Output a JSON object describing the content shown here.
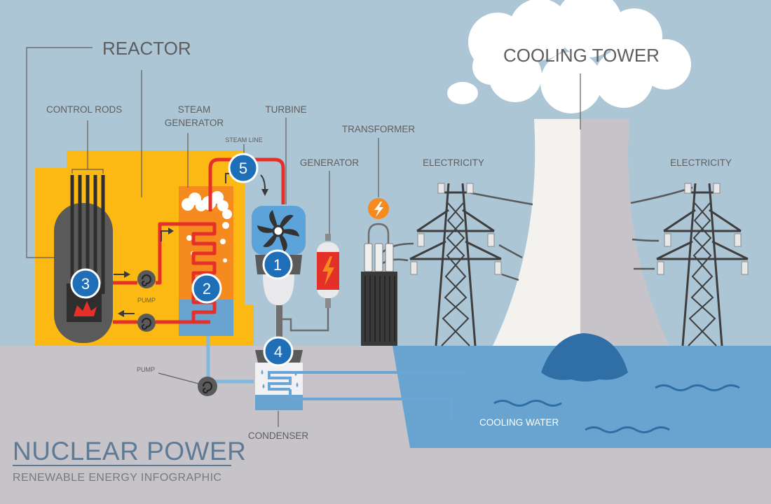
{
  "title": "NUCLEAR POWER",
  "subtitle": "RENEWABLE ENERGY INFOGRAPHIC",
  "labels": {
    "reactor": "REACTOR",
    "control_rods": "CONTROL RODS",
    "steam_generator_1": "STEAM",
    "steam_generator_2": "GENERATOR",
    "steam_line": "STEAM LINE",
    "turbine": "TURBINE",
    "generator": "GENERATOR",
    "transformer": "TRANSFORMER",
    "electricity_left": "ELECTRICITY",
    "electricity_right": "ELECTRICITY",
    "cooling_tower": "COOLING TOWER",
    "pump_upper": "PUMP",
    "pump_lower": "PUMP",
    "condenser": "CONDENSER",
    "cooling_water": "COOLING WATER"
  },
  "markers": [
    "1",
    "2",
    "3",
    "4",
    "5"
  ],
  "colors": {
    "sky": "#ADC6D6",
    "ground": "#C6C4C9",
    "water": "#69A4D1",
    "reactor_yellow": "#FDB913",
    "steam_orange": "#F58A1F",
    "pipe_red": "#E5302A",
    "pipe_blue": "#7FB9DE",
    "marker_blue": "#1F6FB8"
  }
}
